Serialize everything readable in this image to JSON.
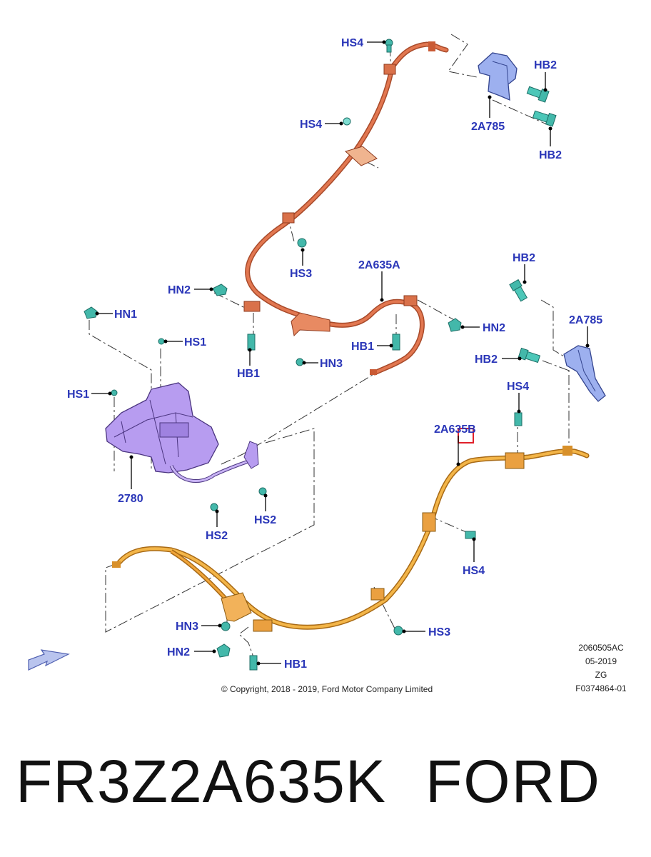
{
  "labels": {
    "hs4_top": "HS4",
    "hs4_mid": "HS4",
    "hb2_top": "HB2",
    "a785_top": "2A785",
    "hb2_top2": "HB2",
    "hs3_top": "HS3",
    "a635a": "2A635A",
    "hn2_left": "HN2",
    "hn1": "HN1",
    "hs1_a": "HS1",
    "hs1_b": "HS1",
    "hb1_left": "HB1",
    "hn3_top": "HN3",
    "hb1_mid": "HB1",
    "hn2_right": "HN2",
    "hb2_right_a": "HB2",
    "a785_right": "2A785",
    "hb2_right_b": "HB2",
    "hs4_right": "HS4",
    "a635b": "2A635B",
    "p2780": "2780",
    "hs2_right": "HS2",
    "hs2_left": "HS2",
    "hs4_lower": "HS4",
    "hs3_lower": "HS3",
    "hn3_lower": "HN3",
    "hn2_lower": "HN2",
    "hb1_lower": "HB1"
  },
  "meta": {
    "code": "2060505AC",
    "date": "05-2019",
    "zg": "ZG",
    "ref": "F0374864-01"
  },
  "copyright": "© Copyright, 2018 - 2019, Ford Motor Company Limited",
  "caption": {
    "part_number": "FR3Z2A635K",
    "brand": "FORD"
  },
  "colors": {
    "callout": "#2a36b8",
    "upper_cable": "#d2643e",
    "lower_cable": "#e3a23a",
    "lever": "#a98ae6",
    "bracket": "#8ea4ea",
    "fastener": "#39b9ac",
    "highlight_box": "#e0202a"
  },
  "icons": {
    "direction_arrow": "front-arrow-icon"
  }
}
